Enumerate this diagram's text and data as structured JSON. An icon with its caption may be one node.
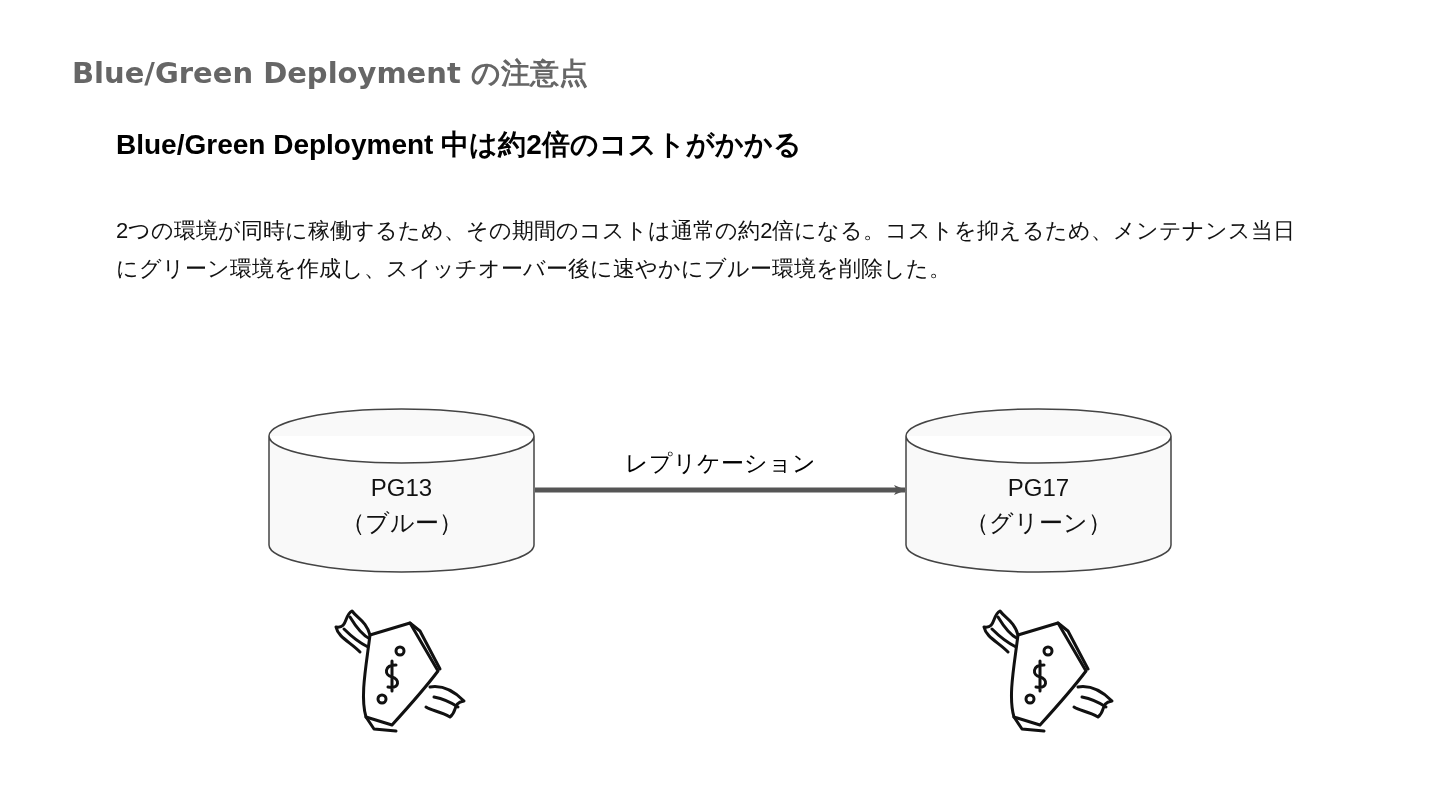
{
  "diagram": {
    "title": "Blue/Green Deployment の注意点",
    "nodes": [
      {
        "text": [
          "PG13",
          "（ブルー）"
        ]
      },
      {
        "text": [
          "PG17",
          "（グリーン）"
        ]
      }
    ],
    "edges": [
      {
        "from": 0,
        "to": 1,
        "arrow": "to",
        "label": "レプリケーション"
      }
    ],
    "labels": [
      "Blue/Green Deployment 中は約2倍のコストがかかる",
      "2つの環境が同時に稼働するため、その期間のコストは通常の約2倍になる。コストを抑えるため、メンテナンス当日にグリーン環境を作成し、スイッチオーバー後に速やかにブルー環境を削除した。"
    ]
  }
}
